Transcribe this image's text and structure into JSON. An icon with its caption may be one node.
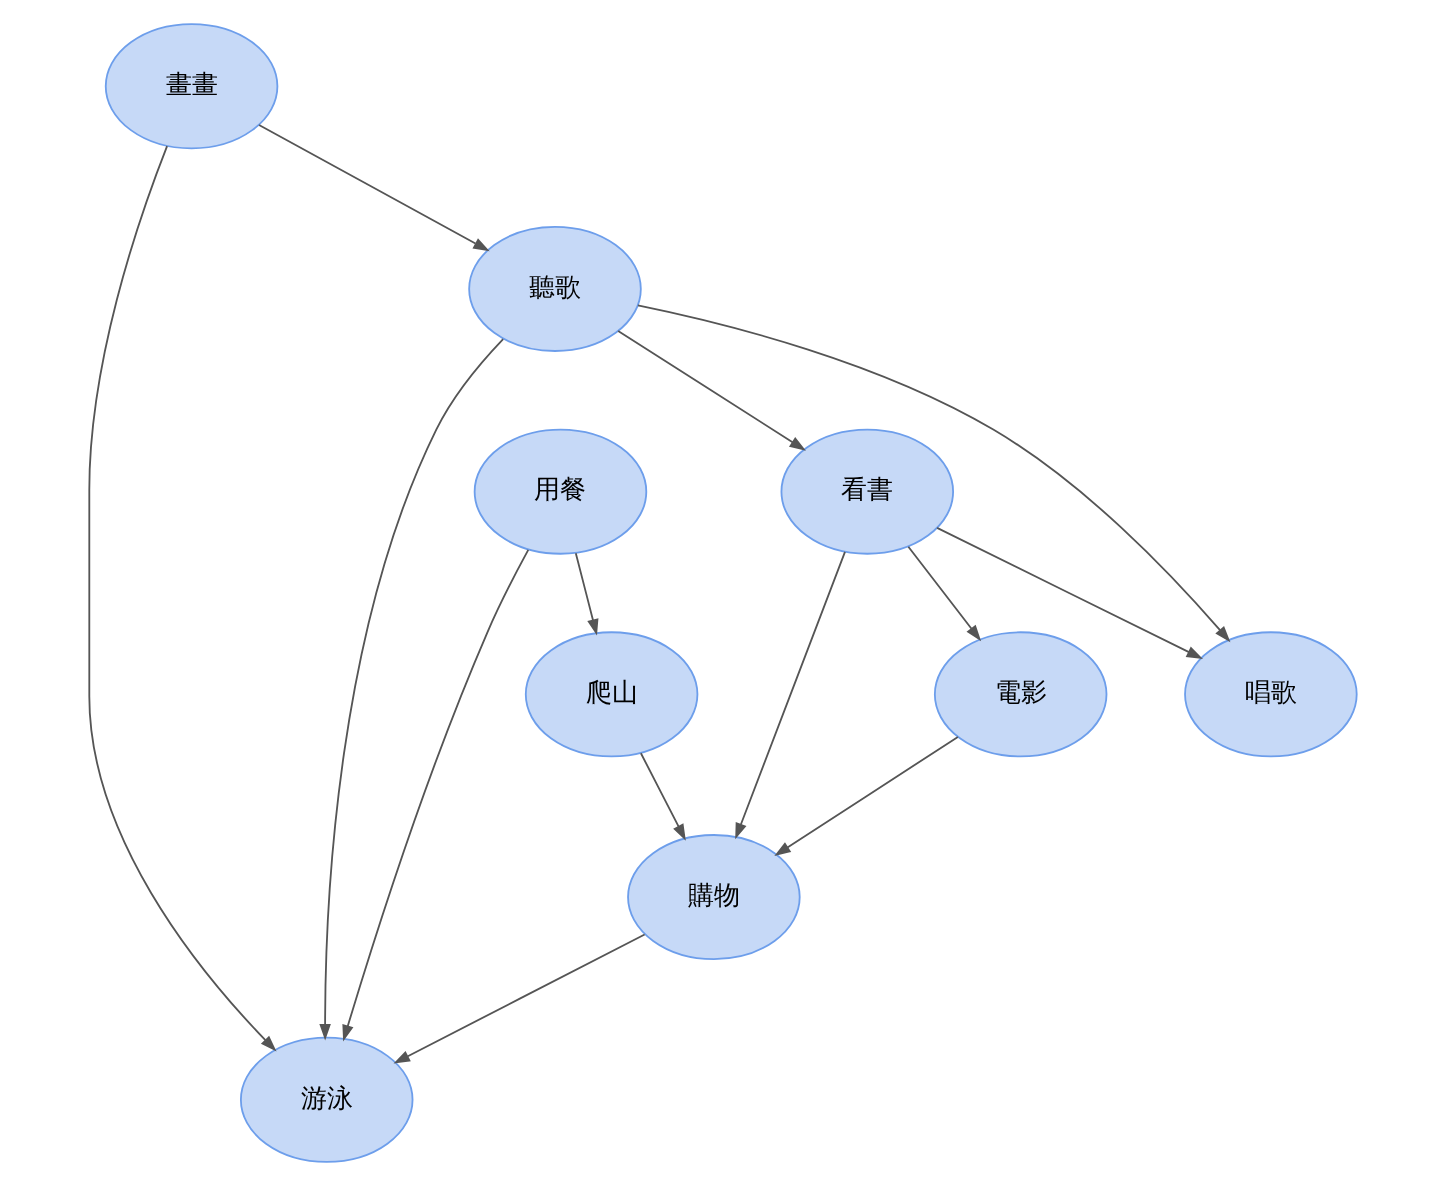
{
  "diagram": {
    "nodes": [
      {
        "text": [
          "爬山"
        ]
      },
      {
        "text": [
          "電影"
        ]
      },
      {
        "text": [
          "用餐"
        ]
      },
      {
        "text": [
          "看書"
        ]
      },
      {
        "text": [
          "購物"
        ]
      },
      {
        "text": [
          "游泳"
        ]
      },
      {
        "text": [
          "唱歌"
        ]
      },
      {
        "text": [
          "畫畫"
        ]
      },
      {
        "text": [
          "聽歌"
        ]
      }
    ],
    "edges": [
      {
        "from": 2,
        "to": 0,
        "arrow": "to"
      },
      {
        "from": 2,
        "to": 5,
        "arrow": "to"
      },
      {
        "from": 0,
        "to": 4,
        "arrow": "to"
      },
      {
        "from": 1,
        "to": 4,
        "arrow": "to"
      },
      {
        "from": 3,
        "to": 1,
        "arrow": "to"
      },
      {
        "from": 3,
        "to": 4,
        "arrow": "to"
      },
      {
        "from": 3,
        "to": 6,
        "arrow": "to"
      },
      {
        "from": 4,
        "to": 5,
        "arrow": "to"
      },
      {
        "from": 7,
        "to": 5,
        "arrow": "to"
      },
      {
        "from": 7,
        "to": 8,
        "arrow": "to"
      },
      {
        "from": 8,
        "to": 5,
        "arrow": "to"
      },
      {
        "from": 8,
        "to": 3,
        "arrow": "to"
      },
      {
        "from": 8,
        "to": 6,
        "arrow": "to"
      }
    ]
  }
}
